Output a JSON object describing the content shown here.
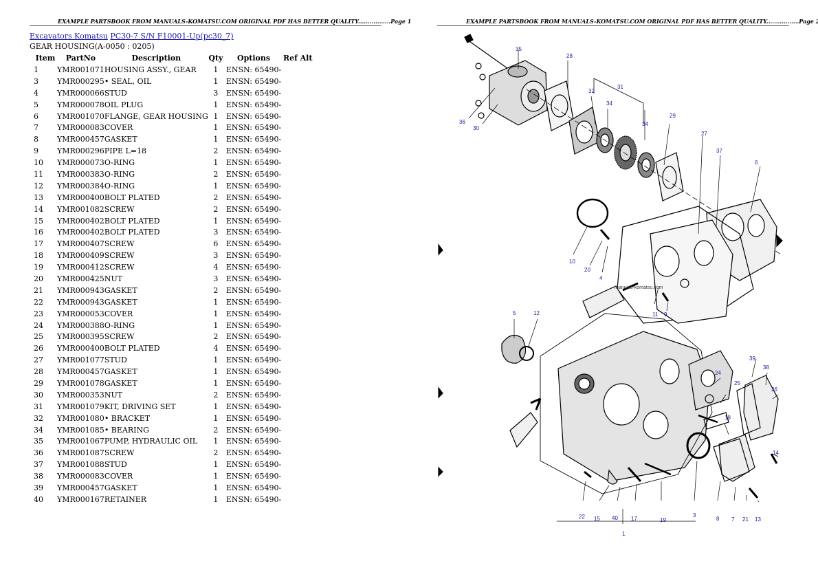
{
  "header": {
    "left": "EXAMPLE PARTSBOOK FROM MANUALS-KOMATSU.COM ORIGINAL PDF HAS BETTER QUALITY.................Page 1",
    "right": "EXAMPLE PARTSBOOK FROM MANUALS-KOMATSU.COM ORIGINAL PDF HAS BETTER QUALITY.................Page 2"
  },
  "breadcrumb": {
    "link1": "Excavators Komatsu",
    "link2": "PC30-7 S/N F10001-Up(pc30_7)"
  },
  "subtitle": "GEAR HOUSING(A-0050 : 0205)",
  "table": {
    "headers": [
      "Item",
      "PartNo",
      "Description",
      "Qty",
      "Options",
      "Ref Alt"
    ],
    "rows": [
      [
        "1",
        "YMR001071",
        "HOUSING ASSY., GEAR",
        "1",
        "ENSN: 65490-",
        ""
      ],
      [
        "3",
        "YMR000295",
        "• SEAL, OIL",
        "1",
        "ENSN: 65490-",
        ""
      ],
      [
        "4",
        "YMR000066",
        "STUD",
        "3",
        "ENSN: 65490-",
        ""
      ],
      [
        "5",
        "YMR000078",
        "OIL PLUG",
        "1",
        "ENSN: 65490-",
        ""
      ],
      [
        "6",
        "YMR001070",
        "FLANGE, GEAR HOUSING",
        "1",
        "ENSN: 65490-",
        ""
      ],
      [
        "7",
        "YMR000083",
        "COVER",
        "1",
        "ENSN: 65490-",
        ""
      ],
      [
        "8",
        "YMR000457",
        "GASKET",
        "1",
        "ENSN: 65490-",
        ""
      ],
      [
        "9",
        "YMR000296",
        "PIPE L=18",
        "2",
        "ENSN: 65490-",
        ""
      ],
      [
        "10",
        "YMR000073",
        "O-RING",
        "1",
        "ENSN: 65490-",
        ""
      ],
      [
        "11",
        "YMR000383",
        "O-RING",
        "2",
        "ENSN: 65490-",
        ""
      ],
      [
        "12",
        "YMR000384",
        "O-RING",
        "1",
        "ENSN: 65490-",
        ""
      ],
      [
        "13",
        "YMR000400",
        "BOLT PLATED",
        "2",
        "ENSN: 65490-",
        ""
      ],
      [
        "14",
        "YMR001082",
        "SCREW",
        "2",
        "ENSN: 65490-",
        ""
      ],
      [
        "15",
        "YMR000402",
        "BOLT PLATED",
        "1",
        "ENSN: 65490-",
        ""
      ],
      [
        "16",
        "YMR000402",
        "BOLT PLATED",
        "3",
        "ENSN: 65490-",
        ""
      ],
      [
        "17",
        "YMR000407",
        "SCREW",
        "6",
        "ENSN: 65490-",
        ""
      ],
      [
        "18",
        "YMR000409",
        "SCREW",
        "3",
        "ENSN: 65490-",
        ""
      ],
      [
        "19",
        "YMR000412",
        "SCREW",
        "4",
        "ENSN: 65490-",
        ""
      ],
      [
        "20",
        "YMR000425",
        "NUT",
        "3",
        "ENSN: 65490-",
        ""
      ],
      [
        "21",
        "YMR000943",
        "GASKET",
        "2",
        "ENSN: 65490-",
        ""
      ],
      [
        "22",
        "YMR000943",
        "GASKET",
        "1",
        "ENSN: 65490-",
        ""
      ],
      [
        "23",
        "YMR000053",
        "COVER",
        "1",
        "ENSN: 65490-",
        ""
      ],
      [
        "24",
        "YMR000388",
        "O-RING",
        "1",
        "ENSN: 65490-",
        ""
      ],
      [
        "25",
        "YMR000395",
        "SCREW",
        "2",
        "ENSN: 65490-",
        ""
      ],
      [
        "26",
        "YMR000400",
        "BOLT PLATED",
        "4",
        "ENSN: 65490-",
        ""
      ],
      [
        "27",
        "YMR001077",
        "STUD",
        "1",
        "ENSN: 65490-",
        ""
      ],
      [
        "28",
        "YMR000457",
        "GASKET",
        "1",
        "ENSN: 65490-",
        ""
      ],
      [
        "29",
        "YMR001078",
        "GASKET",
        "1",
        "ENSN: 65490-",
        ""
      ],
      [
        "30",
        "YMR000353",
        "NUT",
        "2",
        "ENSN: 65490-",
        ""
      ],
      [
        "31",
        "YMR001079",
        "KIT, DRIVING SET",
        "1",
        "ENSN: 65490-",
        ""
      ],
      [
        "32",
        "YMR001080",
        "• BRACKET",
        "1",
        "ENSN: 65490-",
        ""
      ],
      [
        "34",
        "YMR001085",
        "• BEARING",
        "2",
        "ENSN: 65490-",
        ""
      ],
      [
        "35",
        "YMR001067",
        "PUMP, HYDRAULIC OIL",
        "1",
        "ENSN: 65490-",
        ""
      ],
      [
        "36",
        "YMR001087",
        "SCREW",
        "2",
        "ENSN: 65490-",
        ""
      ],
      [
        "37",
        "YMR001088",
        "STUD",
        "1",
        "ENSN: 65490-",
        ""
      ],
      [
        "38",
        "YMR000083",
        "COVER",
        "1",
        "ENSN: 65490-",
        ""
      ],
      [
        "39",
        "YMR000457",
        "GASKET",
        "1",
        "ENSN: 65490-",
        ""
      ],
      [
        "40",
        "YMR000167",
        "RETAINER",
        "1",
        "ENSN: 65490-",
        ""
      ]
    ]
  },
  "diagram": {
    "callouts": [
      "35",
      "28",
      "32",
      "31",
      "34",
      "34",
      "29",
      "36",
      "30",
      "27",
      "37",
      "6",
      "10",
      "20",
      "4",
      "11",
      "9",
      "5",
      "12",
      "24",
      "25",
      "18",
      "39",
      "38",
      "26",
      "14",
      "22",
      "15",
      "40",
      "17",
      "19",
      "3",
      "8",
      "7",
      "21",
      "13",
      "1"
    ],
    "watermark": "manuals-komatsu.com"
  }
}
